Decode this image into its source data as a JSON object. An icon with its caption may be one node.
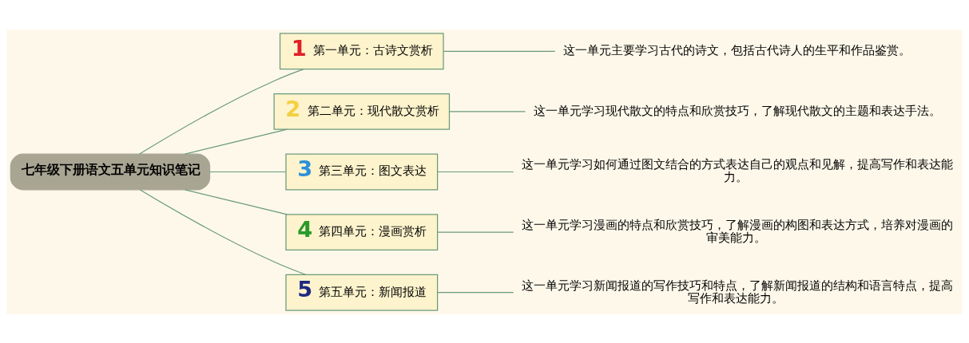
{
  "diagram": {
    "nodes": [
      {
        "text": [
          "七年级下册语文五单元知识笔记"
        ]
      },
      {
        "text": [
          "1",
          "第一单元：古诗文赏析"
        ]
      },
      {
        "text": [
          "2",
          "第二单元：现代散文赏析"
        ]
      },
      {
        "text": [
          "3",
          "第三单元：图文表达"
        ]
      },
      {
        "text": [
          "4",
          "第四单元：漫画赏析"
        ]
      },
      {
        "text": [
          "5",
          "第五单元：新闻报道"
        ]
      },
      {
        "text": [
          "这一单元主要学习古代的诗文，包括古代诗人的生平和作品鉴赏。"
        ]
      },
      {
        "text": [
          "这一单元学习现代散文的特点和欣赏技巧，了解现代散文的主题和表达手法。"
        ]
      },
      {
        "text": [
          "这一单元学习如何通过图文结合的方式表达自己的观点和见解，提高写作和表达能力。"
        ]
      },
      {
        "text": [
          "这一单元学习漫画的特点和欣赏技巧，了解漫画的构图和表达方式，培养对漫画的审美能力。"
        ]
      },
      {
        "text": [
          "这一单元学习新闻报道的写作技巧和特点，了解新闻报道的结构和语言特点，提高写作和表达能力。"
        ]
      }
    ],
    "edges": [
      {
        "from": 0,
        "to": 1,
        "arrow": "none"
      },
      {
        "from": 0,
        "to": 2,
        "arrow": "none"
      },
      {
        "from": 0,
        "to": 3,
        "arrow": "none"
      },
      {
        "from": 0,
        "to": 4,
        "arrow": "none"
      },
      {
        "from": 0,
        "to": 5,
        "arrow": "none"
      },
      {
        "from": 1,
        "to": 6,
        "arrow": "none"
      },
      {
        "from": 2,
        "to": 7,
        "arrow": "none"
      },
      {
        "from": 3,
        "to": 8,
        "arrow": "none"
      },
      {
        "from": 4,
        "to": 9,
        "arrow": "none"
      },
      {
        "from": 5,
        "to": 10,
        "arrow": "none"
      }
    ]
  }
}
